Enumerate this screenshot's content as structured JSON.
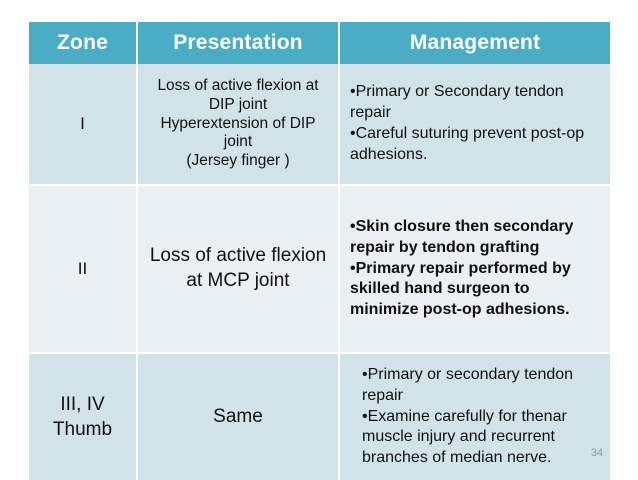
{
  "slide": {
    "page_number": "34",
    "colors": {
      "header_bg": "#4BACC6",
      "header_text": "#FFFFFF",
      "row_shade_bg": "#D2E2E9",
      "row_light_bg": "#E9EFF2",
      "body_text": "#111111",
      "page_number_text": "#8A9AA3",
      "gridline": "#FFFFFF"
    }
  },
  "table": {
    "headers": {
      "zone": "Zone",
      "presentation": "Presentation",
      "management": "Management"
    },
    "rows": [
      {
        "zone": "I",
        "presentation": "Loss of active flexion at DIP joint\nHyperextension of DIP joint\n(Jersey finger )",
        "management": "•Primary or Secondary tendon repair\n•Careful suturing prevent post-op adhesions."
      },
      {
        "zone": "II",
        "presentation": "Loss of active flexion at MCP joint",
        "management": "•Skin closure then secondary repair by tendon grafting\n•Primary repair performed by skilled hand surgeon to minimize post-op adhesions."
      },
      {
        "zone": "III, IV\nThumb",
        "presentation": "Same",
        "management": "•Primary or secondary tendon repair\n•Examine carefully for thenar muscle injury and recurrent branches of median nerve."
      }
    ]
  }
}
